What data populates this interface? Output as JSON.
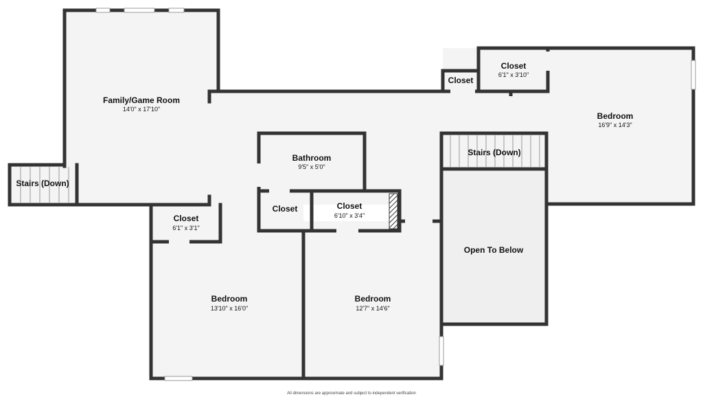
{
  "colors": {
    "wall": "#333333",
    "floor": "#f4f4f4",
    "open_area": "#efefef",
    "window": "#ffffff",
    "text": "#111111"
  },
  "rooms": {
    "family_game_room": {
      "name": "Family/Game Room",
      "dim": "14'0\" x 17'10\""
    },
    "bedroom_east": {
      "name": "Bedroom",
      "dim": "16'9\" x 14'3\""
    },
    "closet_northeast": {
      "name": "Closet",
      "dim": "6'1\" x 3'10\""
    },
    "closet_small_top": {
      "name": "Closet"
    },
    "bathroom": {
      "name": "Bathroom",
      "dim": "9'5\" x 5'0\""
    },
    "stairs_center": {
      "name": "Stairs (Down)"
    },
    "stairs_west": {
      "name": "Stairs (Down)"
    },
    "closet_center": {
      "name": "Closet"
    },
    "closet_middle": {
      "name": "Closet",
      "dim": "6'10\" x 3'4\""
    },
    "closet_southwest": {
      "name": "Closet",
      "dim": "6'1\" x 3'1\""
    },
    "bedroom_southwest": {
      "name": "Bedroom",
      "dim": "13'10\" x 16'0\""
    },
    "bedroom_south": {
      "name": "Bedroom",
      "dim": "12'7\" x 14'6\""
    },
    "open_to_below": {
      "name": "Open To Below"
    }
  },
  "footnote": "All dimensions are approximate and subject to independent verification"
}
